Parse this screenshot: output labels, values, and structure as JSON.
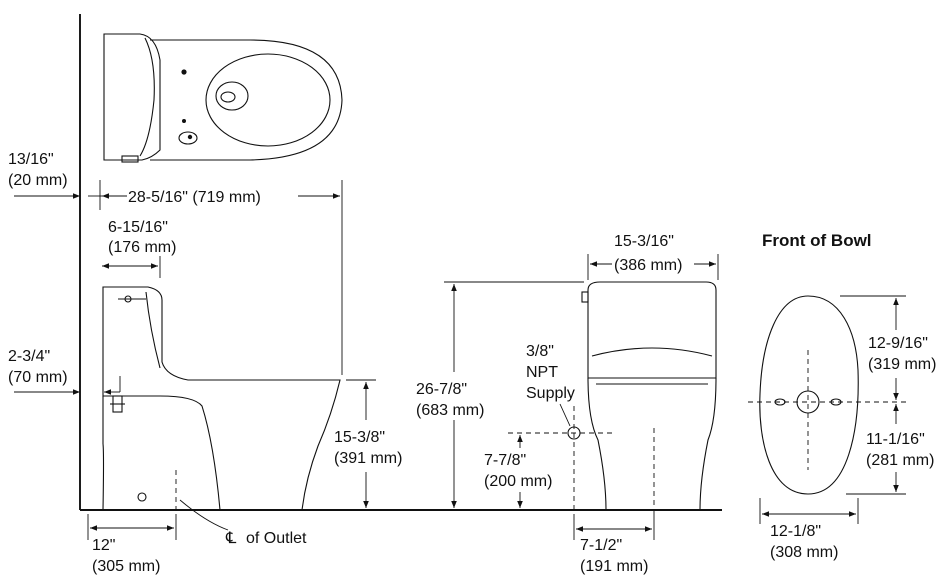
{
  "colors": {
    "line": "#111111",
    "background": "#ffffff"
  },
  "top_left": {
    "dim_13_16": {
      "l1": "13/16\"",
      "l2": "(20 mm)"
    },
    "dim_28_5_16": {
      "l1": "28-5/16\" (719 mm)"
    },
    "dim_6_15_16": {
      "l1": "6-15/16\"",
      "l2": "(176 mm)"
    }
  },
  "side_view": {
    "dim_2_3_4": {
      "l1": "2-3/4\"",
      "l2": "(70 mm)"
    },
    "dim_15_3_8": {
      "l1": "15-3/8\"",
      "l2": "(391 mm)"
    },
    "dim_12": {
      "l1": "12\"",
      "l2": "(305 mm)"
    },
    "outlet": {
      "symbol": "℄",
      "label": "of Outlet"
    }
  },
  "front_view": {
    "dim_15_3_16": {
      "l1": "15-3/16\"",
      "l2": "(386 mm)"
    },
    "dim_26_7_8": {
      "l1": "26-7/8\"",
      "l2": "(683 mm)"
    },
    "supply": {
      "l1": "3/8\"",
      "l2": "NPT",
      "l3": "Supply"
    },
    "dim_7_7_8": {
      "l1": "7-7/8\"",
      "l2": "(200 mm)"
    },
    "dim_7_1_2": {
      "l1": "7-1/2\"",
      "l2": "(191 mm)"
    }
  },
  "bowl_view": {
    "title": "Front of Bowl",
    "dim_12_9_16": {
      "l1": "12-9/16\"",
      "l2": "(319 mm)"
    },
    "dim_11_1_16": {
      "l1": "11-1/16\"",
      "l2": "(281 mm)"
    },
    "dim_12_1_8": {
      "l1": "12-1/8\"",
      "l2": "(308 mm)"
    }
  }
}
